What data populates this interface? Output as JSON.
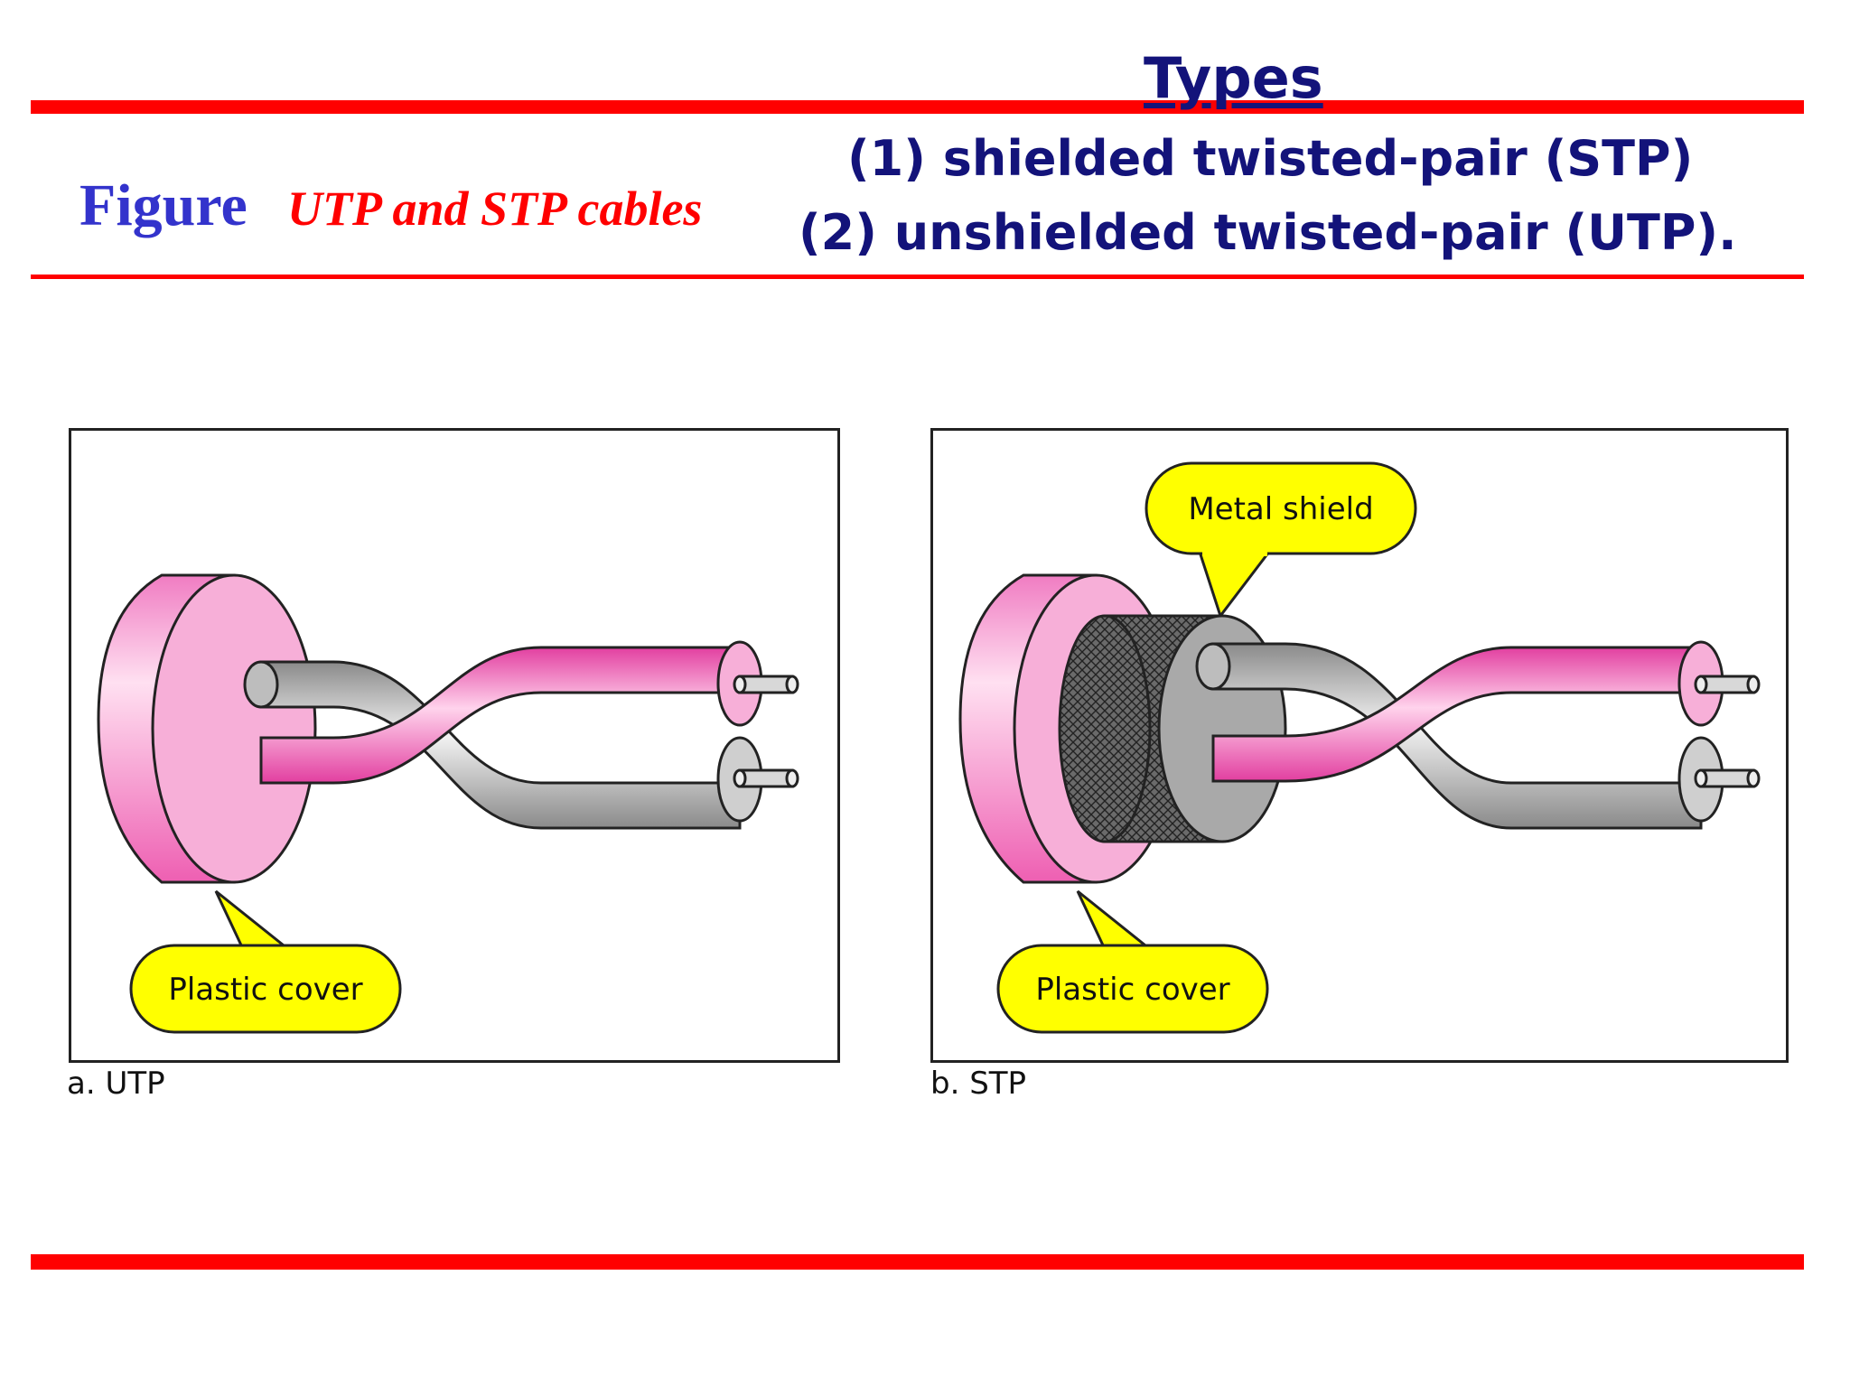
{
  "header": {
    "types_title": "Types",
    "type_1": "(1) shielded twisted-pair (STP)",
    "type_2": "(2) unshielded twisted-pair (UTP)."
  },
  "figure": {
    "label": "Figure",
    "caption": "UTP and STP cables"
  },
  "panels": {
    "utp": {
      "caption": "a. UTP",
      "callout": "Plastic cover"
    },
    "stp": {
      "caption": "b. STP",
      "callout_shield": "Metal shield",
      "callout_cover": "Plastic cover"
    }
  },
  "colors": {
    "rule": "#ff0000",
    "title": "#13137a",
    "figure_label": "#3333cc",
    "caption": "#ff0000",
    "pink": "#f06fba",
    "callout": "#ffff00"
  }
}
